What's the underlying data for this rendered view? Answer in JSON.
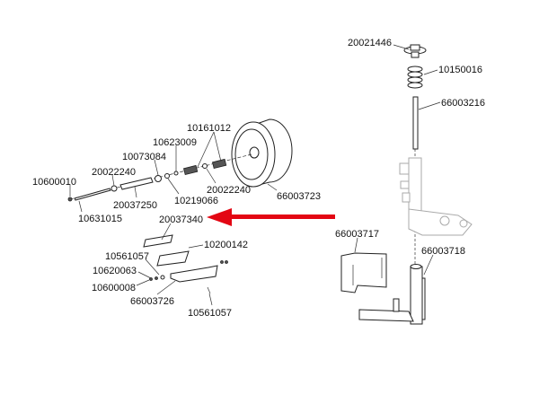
{
  "title": "Parts diagram",
  "arrow_color": "#e30613",
  "parts": {
    "p20021446": "20021446",
    "p10150016": "10150016",
    "p66003216": "66003216",
    "p10161012": "10161012",
    "p10623009": "10623009",
    "p10073084": "10073084",
    "p20022240_a": "20022240",
    "p10600010": "10600010",
    "p20022240_b": "20022240",
    "p10219066": "10219066",
    "p20037250": "20037250",
    "p66003723": "66003723",
    "p10631015": "10631015",
    "p20037340": "20037340",
    "p10561057_a": "10561057",
    "p10200142": "10200142",
    "p66003717": "66003717",
    "p66003718": "66003718",
    "p10620063": "10620063",
    "p10600008": "10600008",
    "p66003726": "66003726",
    "p10561057_b": "10561057"
  }
}
